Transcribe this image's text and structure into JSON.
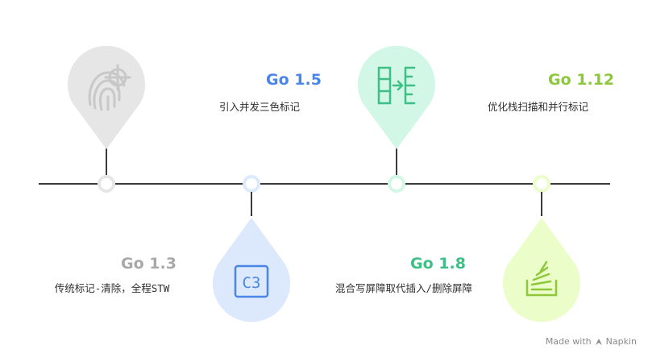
{
  "colors": {
    "line": "#3a3a3a",
    "gray": "#e6e6e6",
    "gray_icon": "#c8c8c8",
    "blue_fill": "#dce8fb",
    "blue": "#4a86e8",
    "mint_fill": "#d3f7e6",
    "mint": "#3dbf86",
    "lime_fill": "#ebfdc8",
    "lime": "#8cc83a",
    "title_gray": "#a8a8a8",
    "title_blue": "#4a86e8",
    "title_green": "#3dbf86",
    "title_lime": "#8cc83a"
  },
  "milestones": [
    {
      "title": "Go 1.3",
      "desc": "传统标记-清除，全程STW",
      "icon": "fingerprint-icon"
    },
    {
      "title": "Go 1.5",
      "desc": "引入并发三色标记",
      "icon": "c3-icon",
      "icon_text": "C3"
    },
    {
      "title": "Go 1.8",
      "desc": "混合写屏障取代插入/删除屏障",
      "icon": "insert-arrow-icon"
    },
    {
      "title": "Go 1.12",
      "desc": "优化栈扫描和并行标记",
      "icon": "stack-scan-icon"
    }
  ],
  "watermark": {
    "prefix": "Made with",
    "brand": "Napkin"
  }
}
